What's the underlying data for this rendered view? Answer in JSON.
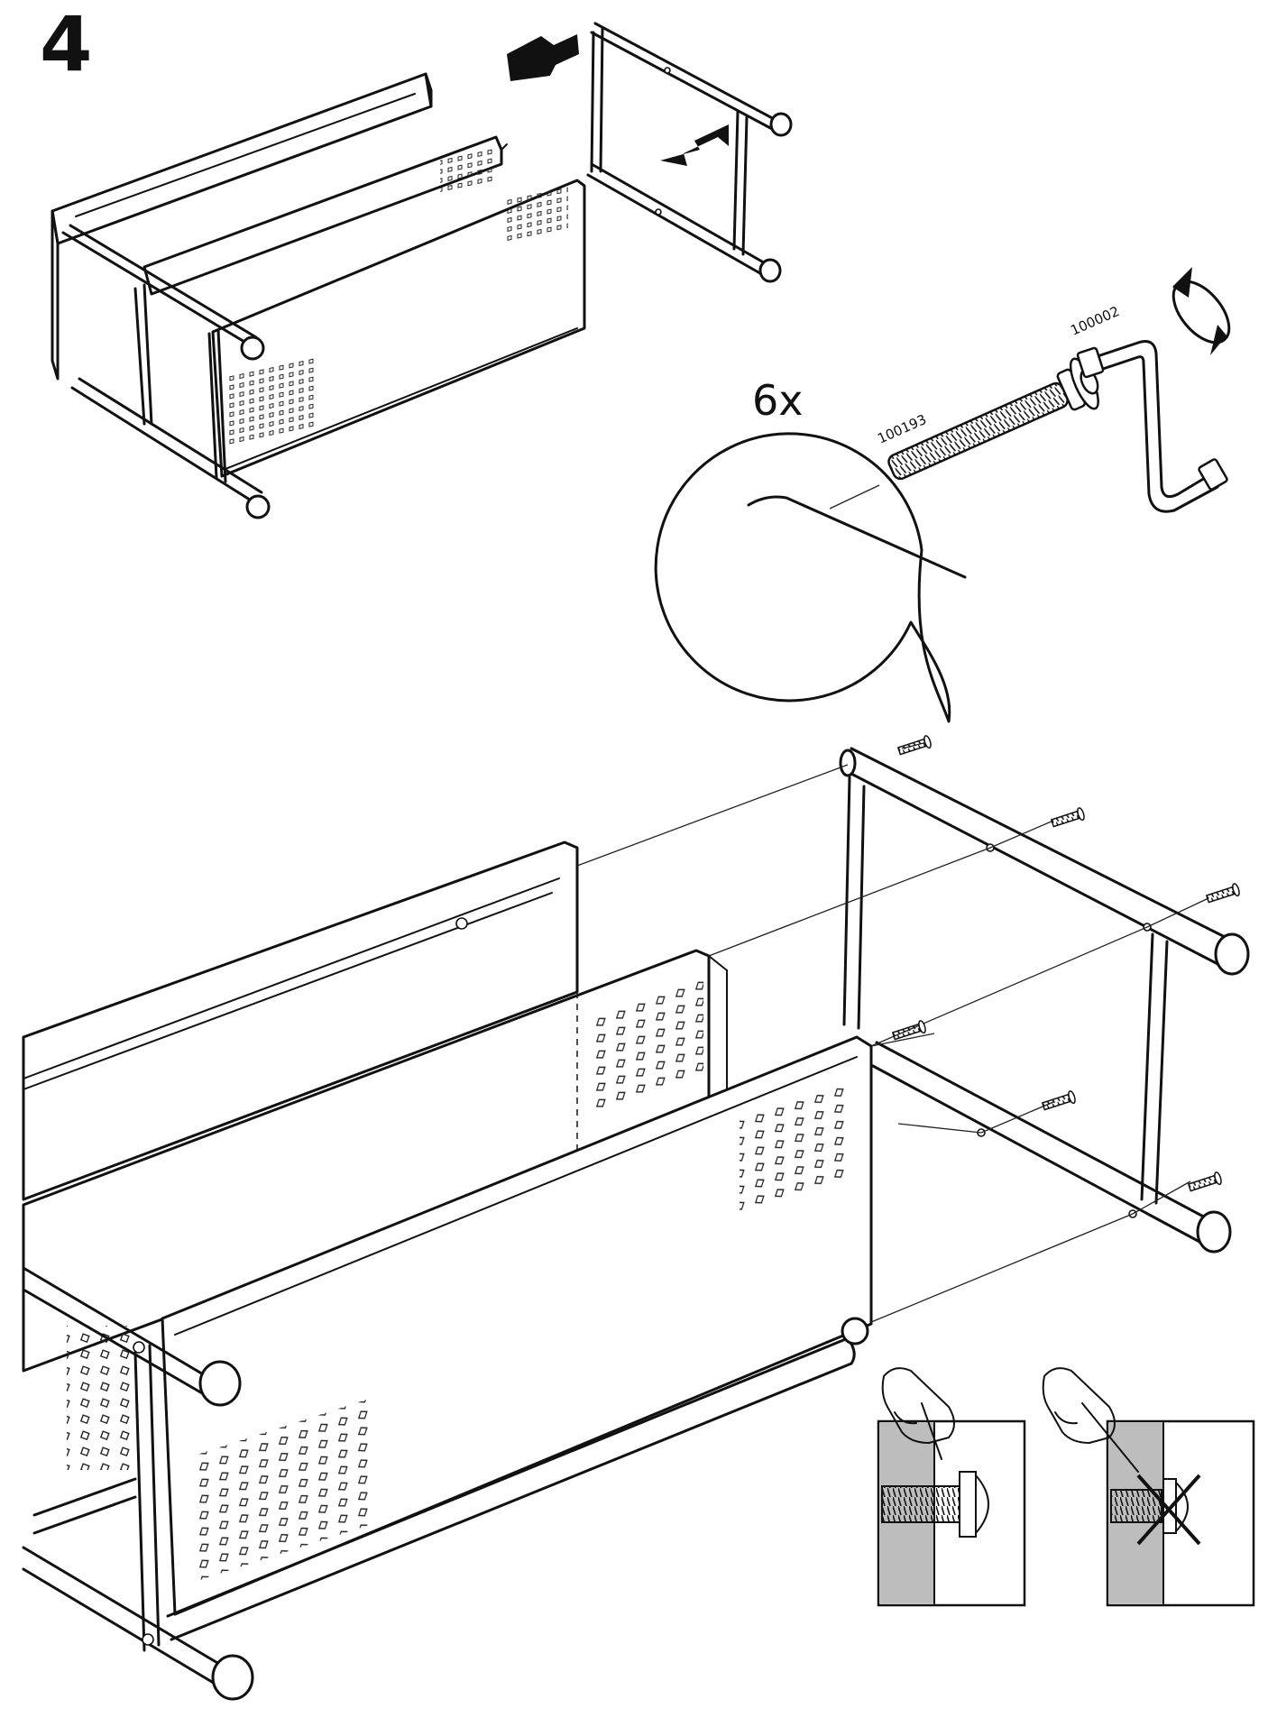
{
  "step": {
    "number": "4"
  },
  "callout": {
    "quantity": "6x"
  },
  "parts": [
    {
      "id": "screw",
      "number": "100193"
    },
    {
      "id": "allen-key",
      "number": "100002"
    }
  ],
  "tips": [
    {
      "id": "correct",
      "mark": ""
    },
    {
      "id": "incorrect",
      "mark": "cross"
    }
  ]
}
